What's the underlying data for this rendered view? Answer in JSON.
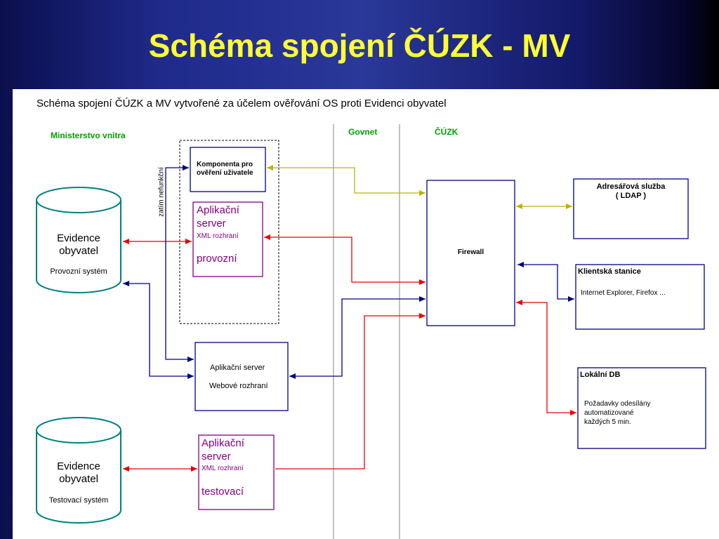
{
  "slide": {
    "title": "Schéma spojení ČÚZK - MV"
  },
  "diagram": {
    "heading": "Schéma spojení ČÚZK a MV vytvořené  za účelem ověřování OS proti Evidenci obyvatel",
    "zones": {
      "mv": "Ministerstvo vnitra",
      "govnet": "Govnet",
      "cuzk": "ČÚZK"
    },
    "vertical_note": "zatím nefunkční",
    "komponenta": [
      "Komponenta pro",
      "ověření uživatele"
    ],
    "app_server_prod": {
      "line1": "Aplikační",
      "line2": "server",
      "line3": "XML rozhraní",
      "line4": "provozní"
    },
    "app_server_web": {
      "line1": "Aplikační server",
      "line2": "Webové rozhraní"
    },
    "app_server_test": {
      "line1": "Aplikační",
      "line2": "server",
      "line3": "XML rozhraní",
      "line4": "testovací"
    },
    "db_prod": {
      "line1": "Evidence",
      "line2": "obyvatel",
      "line3": "Provozní systém"
    },
    "db_test": {
      "line1": "Evidence",
      "line2": "obyvatel",
      "line3": "Testovací systém"
    },
    "firewall": "Firewall",
    "ldap": {
      "line1": "Adresářová služba",
      "line2": "( LDAP )"
    },
    "client": {
      "line1": "Klientská stanice",
      "line2": "Internet Explorer, Firefox ..."
    },
    "localdb": {
      "line1": "Lokální DB",
      "line2": "Požadavky odesílány",
      "line3": "automatizované",
      "line4": "každých 5 min."
    }
  },
  "colors": {
    "title": "#ffff33",
    "navy": "#000080",
    "purple": "#800080",
    "red": "#e80000",
    "olive": "#b8b400",
    "teal": "#008080",
    "zone_green": "#00a000"
  }
}
